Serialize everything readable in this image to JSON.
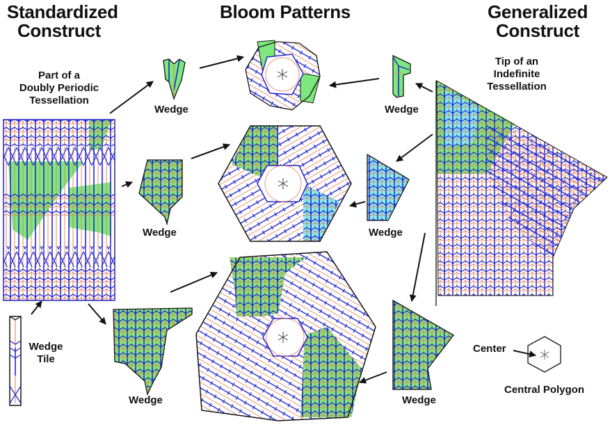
{
  "titles": {
    "left": [
      "Standardized",
      "Construct"
    ],
    "center": "Bloom Patterns",
    "right": [
      "Generalized",
      "Construct"
    ]
  },
  "labels": {
    "doubly_periodic": [
      "Part of a",
      "Doubly Periodic",
      "Tessellation"
    ],
    "indefinite": [
      "Tip of an",
      "Indefinite",
      "Tessellation"
    ],
    "wedge_tile": [
      "Wedge",
      "Tile"
    ],
    "wedge": "Wedge",
    "center": "Center",
    "central_polygon": "Central Polygon"
  },
  "colors": {
    "mountain_fold": "#2222cc",
    "valley_fold": "#e07a55",
    "green_fill": "#7ee87e",
    "cyan_fill": "#7feef7",
    "outline": "#111111"
  },
  "legend": {
    "center_symbol": "asterisk",
    "central_polygon_shape": "hexagon"
  }
}
